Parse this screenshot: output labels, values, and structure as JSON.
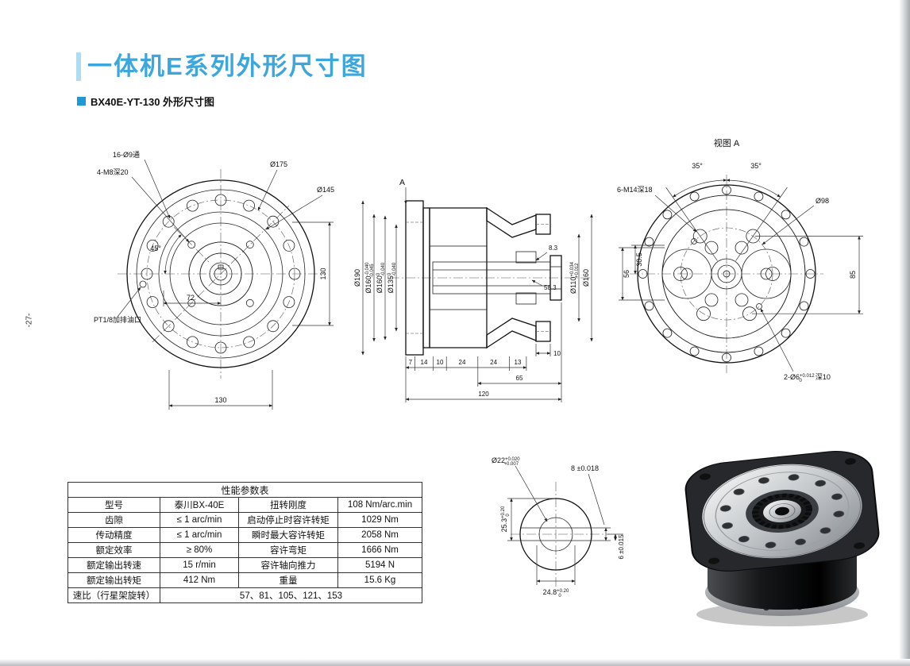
{
  "page": {
    "title": "一体机E系列外形尺寸图",
    "subtitle": "BX40E-YT-130 外形尺寸图",
    "page_number": "-27-"
  },
  "front": {
    "holes16": "16-Ø9通",
    "m8": "4-M8深20",
    "d175": "Ø175",
    "d145": "Ø145",
    "a45": "45°",
    "oil": "PT1/8加排油口",
    "d72": "72",
    "d130v": "130",
    "d130h": "130"
  },
  "section": {
    "a": "A",
    "d190": "Ø190",
    "d160a": "Ø160",
    "d160a_u": "-0.040",
    "d160a_l": "-0.045",
    "d160b": "Ø160",
    "d160b_u": "0",
    "d160b_l": "-0.040",
    "d135": "Ø135",
    "d135_u": "0",
    "d135_l": "-0.040",
    "d83": "8.3",
    "d583": "58.3",
    "d110": "Ø110",
    "d110_u": "+0.034",
    "d110_l": "+0.012",
    "d160r": "Ø160",
    "d10r": "10",
    "c7": "7",
    "c14": "14",
    "c10": "10",
    "c24a": "24",
    "c24b": "24",
    "c13": "13",
    "d65": "65",
    "d120": "120"
  },
  "rear": {
    "view_label": "视图 A",
    "a35l": "35°",
    "a35r": "35°",
    "m14": "6-M14深18",
    "d98": "Ø98",
    "d85": "85",
    "d56": "56",
    "d305": "30.5",
    "pins": "2-Ø6",
    "pins_u": "+0.012",
    "pins_l": "0",
    "pins_depth": "深10"
  },
  "detail": {
    "d22": "Ø22",
    "d22_u": "+0.020",
    "d22_l": "+0.007",
    "d8": "8 ±0.018",
    "d253": "25.3",
    "d253_u": "+0.20",
    "d253_l": "0",
    "d6": "6 ±0.015",
    "d248": "24.8",
    "d248_u": "+0.20",
    "d248_l": "0"
  },
  "perf_table": {
    "title": "性能参数表",
    "rows": [
      [
        "型号",
        "泰川BX-40E",
        "扭转刚度",
        "108 Nm/arc.min"
      ],
      [
        "齿隙",
        "≤ 1 arc/min",
        "启动停止时容许转矩",
        "1029 Nm"
      ],
      [
        "传动精度",
        "≤ 1 arc/min",
        "瞬时最大容许转矩",
        "2058 Nm"
      ],
      [
        "额定效率",
        "≥ 80%",
        "容许弯矩",
        "1666 Nm"
      ],
      [
        "额定输出转速",
        "15 r/min",
        "容许轴向推力",
        "5194 N"
      ],
      [
        "额定输出转矩",
        "412 Nm",
        "重量",
        "15.6 Kg"
      ]
    ],
    "ratio_label": "速比（行星架旋转）",
    "ratio_values": "57、81、105、121、153"
  }
}
